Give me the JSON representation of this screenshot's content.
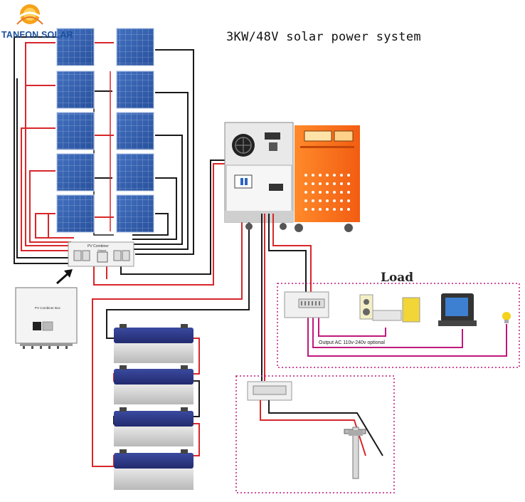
{
  "brand": {
    "name": "TANFON SOLAR"
  },
  "title": "3KW/48V solar power system",
  "load_title": "Load",
  "output_label": "Output AC 110v-240v optional",
  "pv_combiner": {
    "label": "PV Combiner",
    "output": "Output"
  },
  "combiner_box": {
    "label": "PV Combiner Box"
  },
  "colors": {
    "positive_wire": "#d8262a",
    "negative_wire": "#1a1a1a",
    "load_wire": "#c0187c",
    "panel": "#2e5aa8",
    "battery": "#2d3b8a",
    "charger": "#ff6a1a"
  }
}
